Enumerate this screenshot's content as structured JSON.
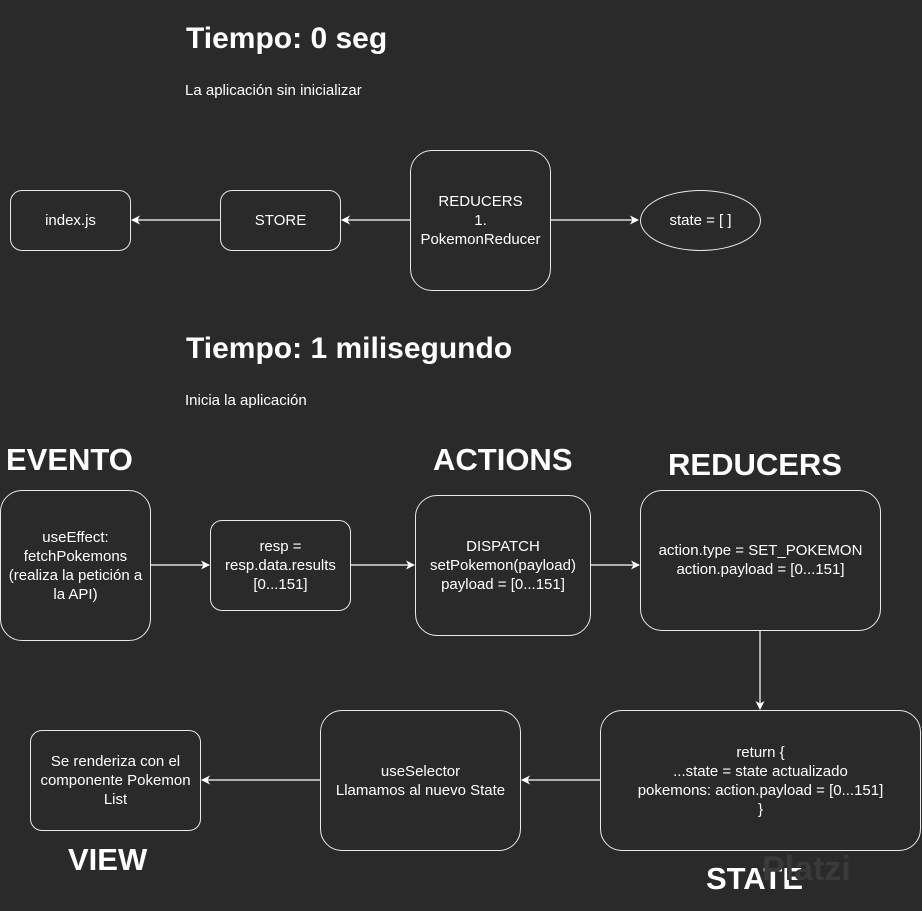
{
  "section1": {
    "title": "Tiempo: 0 seg",
    "subtitle": "La aplicación sin inicializar",
    "nodes": {
      "indexjs": "index.js",
      "store": "STORE",
      "reducers": "REDUCERS\n1. PokemonReducer",
      "state": "state = [ ]"
    }
  },
  "section2": {
    "title": "Tiempo: 1 milisegundo",
    "subtitle": "Inicia la aplicación",
    "labels": {
      "evento": "EVENTO",
      "actions": "ACTIONS",
      "reducers": "REDUCERS",
      "view": "VIEW",
      "state": "STATE"
    },
    "nodes": {
      "use_effect": "useEffect: fetchPokemons\n(realiza la petición a la API)",
      "resp": "resp = resp.data.results\n[0...151]",
      "dispatch": "DISPATCH\nsetPokemon(payload)\npayload = [0...151]",
      "action": "action.type = SET_POKEMON\naction.payload = [0...151]",
      "return_state": "return {\n...state = state actualizado\npokemons: action.payload = [0...151]\n}",
      "use_selector": "useSelector\nLlamamos al nuevo State",
      "render": "Se renderiza con el componente Pokemon List"
    }
  },
  "watermark": "Platzi"
}
